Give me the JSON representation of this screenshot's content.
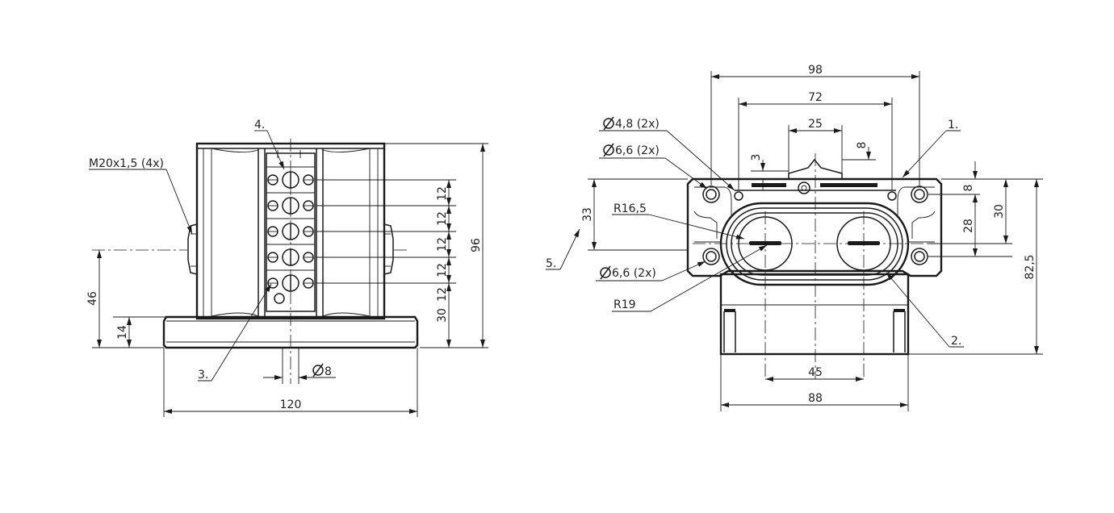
{
  "left_view": {
    "thread_label": "M20x1,5 (4x)",
    "callout_4": "4.",
    "callout_3": "3.",
    "dim_96": "96",
    "dim_12_a": "12",
    "dim_12_b": "12",
    "dim_12_c": "12",
    "dim_12_d": "12",
    "dim_12_e": "12",
    "dim_30": "30",
    "dim_46": "46",
    "dim_14": "14",
    "dim_120": "120",
    "dia_8": "8"
  },
  "right_view": {
    "dim_98": "98",
    "dim_72": "72",
    "dim_25": "25",
    "dim_3": "3",
    "dim_8_top": "8",
    "hole_48": "4,8 (2x)",
    "hole_66_top": "6,6 (2x)",
    "hole_66_bottom": "6,6 (2x)",
    "radius_165": "R16,5",
    "radius_19": "R19",
    "callout_1": "1.",
    "callout_2": "2.",
    "callout_5": "5.",
    "dim_33": "33",
    "dim_8_right": "8",
    "dim_30": "30",
    "dim_28": "28",
    "dim_825": "82,5",
    "dim_45": "45",
    "dim_88": "88"
  }
}
